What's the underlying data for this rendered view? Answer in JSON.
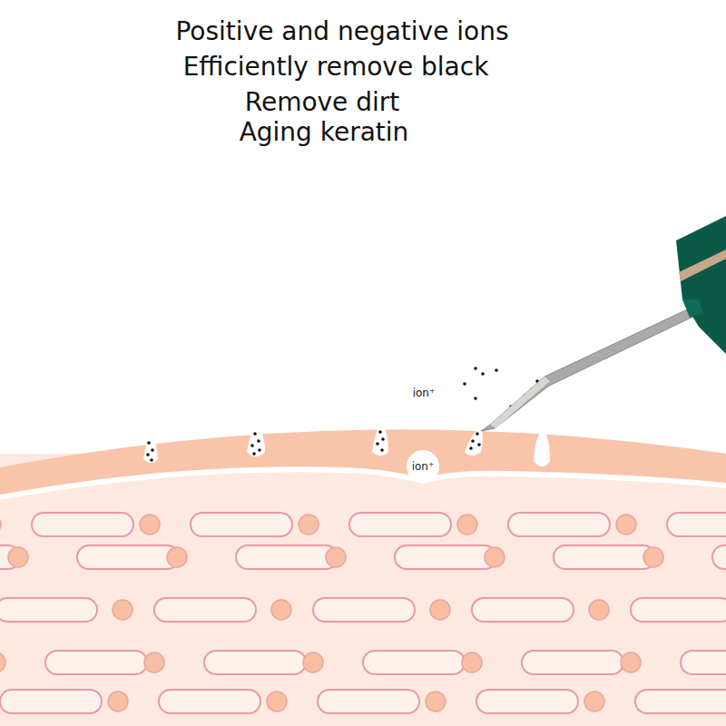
{
  "diagram": {
    "nodes": [
      {
        "text": [
          "ion⁺"
        ]
      }
    ],
    "labels": [
      "Positive and negative ions",
      "Efficiently remove black",
      "Remove dirt",
      "Aging keratin",
      "ion⁺"
    ]
  }
}
